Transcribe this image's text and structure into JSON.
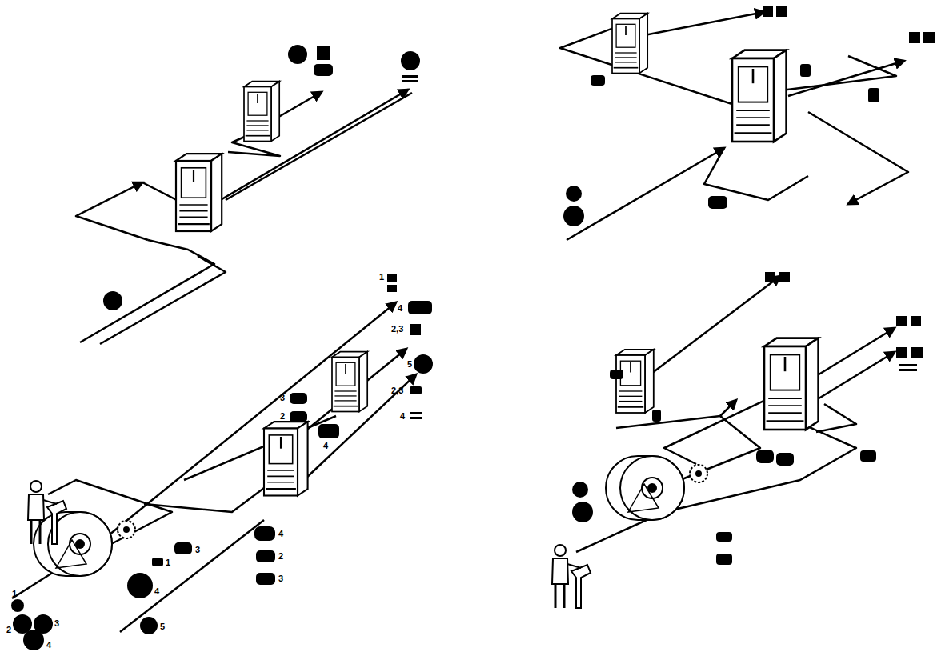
{
  "diagram": {
    "labels": [
      "1",
      "4",
      "2,3",
      "5",
      "2,3",
      "4",
      "3",
      "2",
      "4",
      "4",
      "2",
      "3",
      "3",
      "1",
      "4",
      "1",
      "2",
      "3",
      "4",
      "5"
    ]
  }
}
